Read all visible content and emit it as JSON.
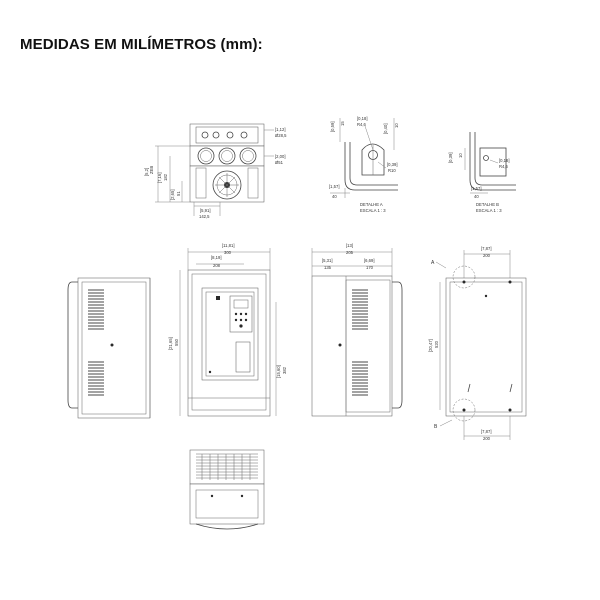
{
  "title": "MEDIDAS EM MILÍMETROS (mm):",
  "top_view": {
    "d1_in": "[1,12]",
    "d1_mm": "Ø28,5",
    "d2_in": "[2,00]",
    "d2_mm": "Ø51",
    "h1_in": "[5,2]",
    "h1_mm": "ZEB",
    "h2_in": "[7,16]",
    "h2_mm": "182",
    "h3_in": "[2,65]",
    "h3_mm": "51",
    "w1_in": "[5,91]",
    "w1_mm": "142,5"
  },
  "detail_a": {
    "v1_in": "[0,59]",
    "v1_mm": "15",
    "r1_in": "[0,18]",
    "r1_mm": "R4,6",
    "v2_in": "[0,40]",
    "v2_mm": "10",
    "r2_in": "[0,39]",
    "r2_mm": "R10",
    "h_in": "[1,57]",
    "h_mm": "40",
    "caption1": "DETALHE A",
    "caption2": "ESCALA 1 : 3"
  },
  "detail_b": {
    "v1_in": "[0,39]",
    "v1_mm": "10",
    "r1_in": "[0,18]",
    "r1_mm": "R4,6",
    "h_in": "[1,57]",
    "h_mm": "40",
    "caption1": "DETALHE B",
    "caption2": "ESCALA 1 : 3"
  },
  "front_view": {
    "w_total_in": "[11,81]",
    "w_total_mm": "300",
    "w_part_in": "[8,19]",
    "w_part_mm": "208",
    "h_total_in": "[21,65]",
    "h_total_mm": "550",
    "h_part_in": "[15,60]",
    "h_part_mm": "382"
  },
  "side_view": {
    "w_total_in": "[13]",
    "w_total_mm": "205",
    "w1_in": "[5,31]",
    "w1_mm": "135",
    "w2_in": "[6,69]",
    "w2_mm": "170"
  },
  "rear_view": {
    "w_top_in": "[7,87]",
    "w_top_mm": "200",
    "h_in": "[20,47]",
    "h_mm": "520",
    "w_bot_in": "[7,87]",
    "w_bot_mm": "200",
    "label_a": "A",
    "label_b": "B"
  }
}
